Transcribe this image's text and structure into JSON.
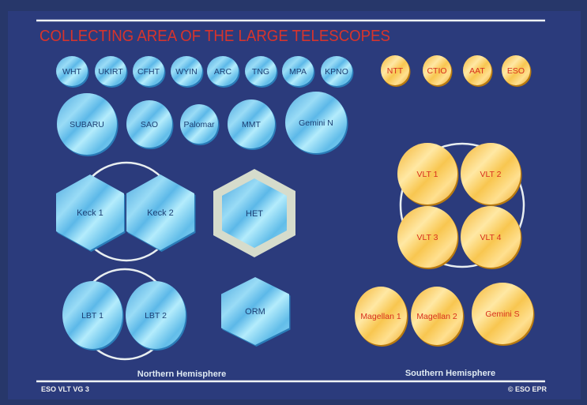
{
  "title": "COLLECTING AREA OF THE LARGE TELESCOPES",
  "north": {
    "small": [
      "WHT",
      "UKIRT",
      "CFHT",
      "WYIN",
      "ARC",
      "TNG",
      "MPA",
      "KPNO"
    ],
    "medium": [
      "SUBARU",
      "SAO",
      "Palomar",
      "MMT",
      "Gemini N"
    ],
    "keck": [
      "Keck 1",
      "Keck 2"
    ],
    "het": "HET",
    "lbt": [
      "LBT 1",
      "LBT 2"
    ],
    "orm": "ORM",
    "label": "Northern Hemisphere"
  },
  "south": {
    "small": [
      "NTT",
      "CTIO",
      "AAT",
      "ESO"
    ],
    "vlt": [
      "VLT 1",
      "VLT 2",
      "VLT 3",
      "VLT 4"
    ],
    "large": [
      "Magellan 1",
      "Magellan 2",
      "Gemini S"
    ],
    "label": "Southern Hemisphere"
  },
  "footer": {
    "left": "ESO VLT VG 3",
    "right": "© ESO EPR"
  },
  "colors": {
    "background": "#2b3b7c",
    "title": "#d8342c",
    "blue_text": "#1d3f73",
    "orange_text": "#d8301e"
  }
}
